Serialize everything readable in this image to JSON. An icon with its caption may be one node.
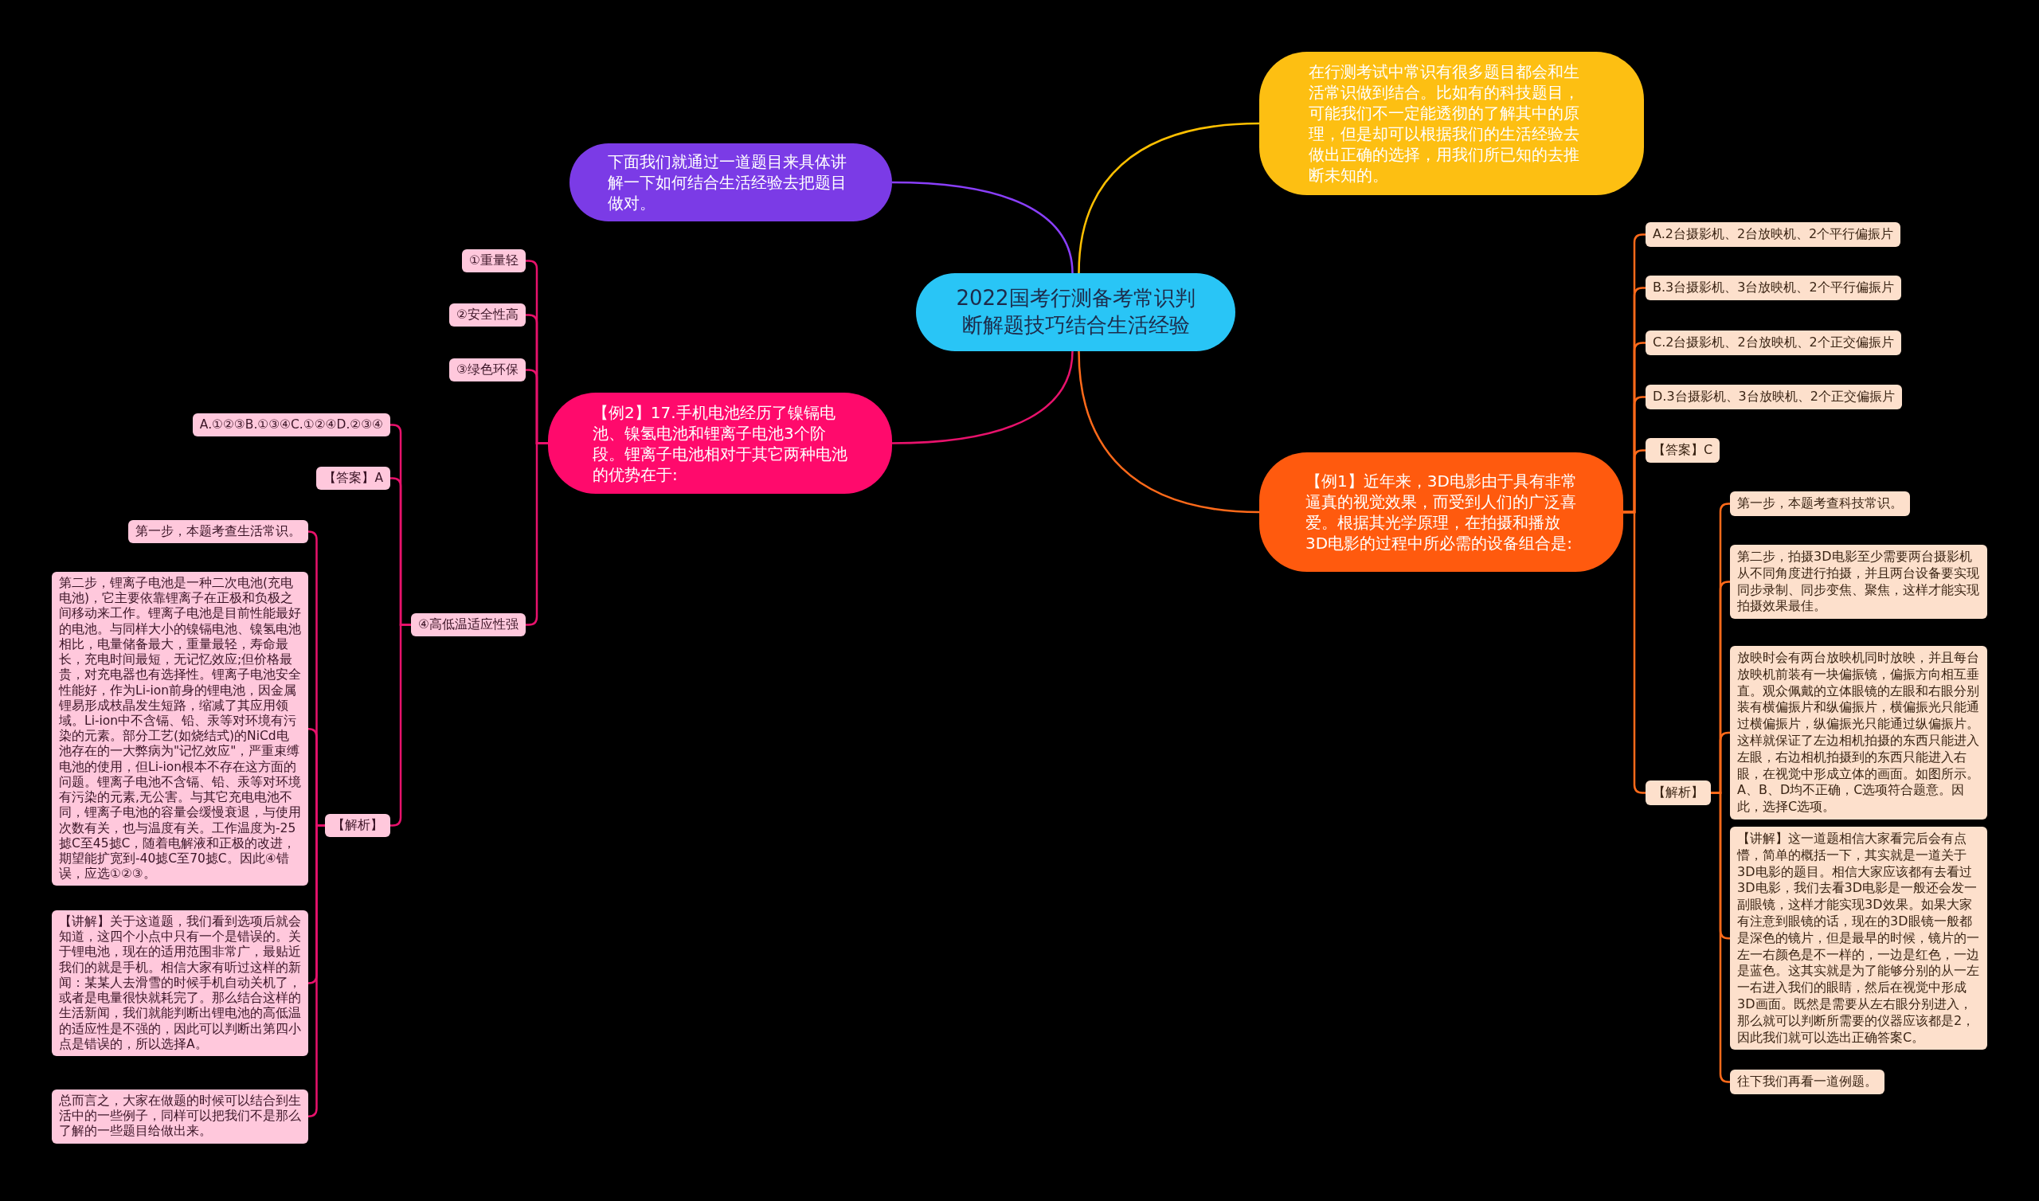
{
  "diagram": {
    "nodes": [
      {
        "text": [
          "2022国考行测备考常识判断解题技巧结合生活经验"
        ]
      },
      {
        "text": [
          "在行测考试中常识有很多题目都会和生活常识做到结合。比如有的科技题目，可能我们不一定能透彻的了解其中的原理，但是却可以根据我们的生活经验去做出正确的选择，用我们所已知的去推断未知的。"
        ]
      },
      {
        "text": [
          "下面我们就通过一道题目来具体讲解一下如何结合生活经验去把题目做对。"
        ]
      },
      {
        "text": [
          "【例1】近年来，3D电影由于具有非常逼真的视觉效果，而受到人们的广泛喜爱。根据其光学原理，在拍摄和播放3D电影的过程中所必需的设备组合是:"
        ]
      },
      {
        "text": [
          "【例2】17.手机电池经历了镍镉电池、镍氢电池和锂离子电池3个阶段。锂离子电池相对于其它两种电池的优势在于:"
        ]
      },
      {
        "text": [
          "A.2台摄影机、2台放映机、2个平行偏振片"
        ]
      },
      {
        "text": [
          "B.3台摄影机、3台放映机、2个平行偏振片"
        ]
      },
      {
        "text": [
          "C.2台摄影机、2台放映机、2个正交偏振片"
        ]
      },
      {
        "text": [
          "D.3台摄影机、3台放映机、2个正交偏振片"
        ]
      },
      {
        "text": [
          "【答案】C"
        ]
      },
      {
        "text": [
          "【解析】"
        ]
      },
      {
        "text": [
          "第一步，本题考查科技常识。"
        ]
      },
      {
        "text": [
          "第二步，拍摄3D电影至少需要两台摄影机从不同角度进行拍摄，并且两台设备要实现同步录制、同步变焦、聚焦，这样才能实现拍摄效果最佳。"
        ]
      },
      {
        "text": [
          "放映时会有两台放映机同时放映，并且每台放映机前装有一块偏振镜，偏振方向相互垂直。观众佩戴的立体眼镜的左眼和右眼分别装有横偏振片和纵偏振片，横偏振光只能通过横偏振片，纵偏振光只能通过纵偏振片。这样就保证了左边相机拍摄的东西只能进入左眼，右边相机拍摄到的东西只能进入右眼，在视觉中形成立体的画面。如图所示。A、B、D均不正确，C选项符合题意。因此，选择C选项。"
        ]
      },
      {
        "text": [
          "【讲解】这一道题相信大家看完后会有点懵，简单的概括一下，其实就是一道关于3D电影的题目。相信大家应该都有去看过3D电影，我们去看3D电影是一般还会发一副眼镜，这样才能实现3D效果。如果大家有注意到眼镜的话，现在的3D眼镜一般都是深色的镜片，但是最早的时候，镜片的一左一右颜色是不一样的，一边是红色，一边是蓝色。这其实就是为了能够分别的从一左一右进入我们的眼睛，然后在视觉中形成3D画面。既然是需要从左右眼分别进入，那么就可以判断所需要的仪器应该都是2，因此我们就可以选出正确答案C。"
        ]
      },
      {
        "text": [
          "往下我们再看一道例题。"
        ]
      },
      {
        "text": [
          "①重量轻"
        ]
      },
      {
        "text": [
          "②安全性高"
        ]
      },
      {
        "text": [
          "③绿色环保"
        ]
      },
      {
        "text": [
          "④高低温适应性强"
        ]
      },
      {
        "text": [
          "A.①②③B.①③④C.①②④D.②③④"
        ]
      },
      {
        "text": [
          "【答案】A"
        ]
      },
      {
        "text": [
          "【解析】"
        ]
      },
      {
        "text": [
          "第一步，本题考查生活常识。"
        ]
      },
      {
        "text": [
          "第二步，锂离子电池是一种二次电池(充电电池)，它主要依靠锂离子在正极和负极之间移动来工作。锂离子电池是目前性能最好的电池。与同样大小的镍镉电池、镍氢电池相比，电量储备最大，重量最轻，寿命最长，充电时间最短，无记忆效应;但价格最贵，对充电器也有选择性。锂离子电池安全性能好，作为Li-ion前身的锂电池，因金属锂易形成枝晶发生短路，缩减了其应用领域。Li-ion中不含镉、铅、汞等对环境有污染的元素。部分工艺(如烧结式)的NiCd电池存在的一大弊病为\"记忆效应\"，严重束缚电池的使用，但Li-ion根本不存在这方面的问题。锂离子电池不含镉、铅、汞等对环境有污染的元素,无公害。与其它充电电池不同，锂离子电池的容量会缓慢衰退，与使用次数有关，也与温度有关。工作温度为-25摅C至45摅C，随着电解液和正极的改进，期望能扩宽到-40摅C至70摅C。因此④错误，应选①②③。"
        ]
      },
      {
        "text": [
          "【讲解】关于这道题，我们看到选项后就会知道，这四个小点中只有一个是错误的。关于锂电池，现在的适用范围非常广，最贴近我们的就是手机。相信大家有听过这样的新闻：某某人去滑雪的时候手机自动关机了，或者是电量很快就耗完了。那么结合这样的生活新闻，我们就能判断出锂电池的高低温的适应性是不强的，因此可以判断出第四小点是错误的，所以选择A。"
        ]
      },
      {
        "text": [
          "总而言之，大家在做题的时候可以结合到生活中的一些例子，同样可以把我们不是那么了解的一些题目给做出来。"
        ]
      }
    ],
    "edges": [
      {
        "from": 0,
        "to": 1,
        "arrow": "none",
        "color": "#ffc000"
      },
      {
        "from": 0,
        "to": 2,
        "arrow": "none",
        "color": "#8a3ffc"
      },
      {
        "from": 0,
        "to": 3,
        "arrow": "none",
        "color": "#ff6a1a"
      },
      {
        "from": 0,
        "to": 4,
        "arrow": "none",
        "color": "#e8126c"
      },
      {
        "from": 3,
        "to": 5,
        "arrow": "none",
        "color": "#ff6a1a"
      },
      {
        "from": 3,
        "to": 6,
        "arrow": "none",
        "color": "#ff6a1a"
      },
      {
        "from": 3,
        "to": 7,
        "arrow": "none",
        "color": "#ff6a1a"
      },
      {
        "from": 3,
        "to": 8,
        "arrow": "none",
        "color": "#ff6a1a"
      },
      {
        "from": 3,
        "to": 9,
        "arrow": "none",
        "color": "#ff6a1a"
      },
      {
        "from": 3,
        "to": 10,
        "arrow": "none",
        "color": "#ff6a1a"
      },
      {
        "from": 10,
        "to": 11,
        "arrow": "none",
        "color": "#ff6a1a"
      },
      {
        "from": 10,
        "to": 12,
        "arrow": "none",
        "color": "#ff6a1a"
      },
      {
        "from": 10,
        "to": 13,
        "arrow": "none",
        "color": "#ff6a1a"
      },
      {
        "from": 10,
        "to": 14,
        "arrow": "none",
        "color": "#ff6a1a"
      },
      {
        "from": 10,
        "to": 15,
        "arrow": "none",
        "color": "#ff6a1a"
      },
      {
        "from": 4,
        "to": 16,
        "arrow": "none",
        "color": "#e8126c"
      },
      {
        "from": 4,
        "to": 17,
        "arrow": "none",
        "color": "#e8126c"
      },
      {
        "from": 4,
        "to": 18,
        "arrow": "none",
        "color": "#e8126c"
      },
      {
        "from": 4,
        "to": 19,
        "arrow": "none",
        "color": "#e8126c"
      },
      {
        "from": 19,
        "to": 20,
        "arrow": "none",
        "color": "#e8126c"
      },
      {
        "from": 19,
        "to": 21,
        "arrow": "none",
        "color": "#e8126c"
      },
      {
        "from": 19,
        "to": 22,
        "arrow": "none",
        "color": "#e8126c"
      },
      {
        "from": 22,
        "to": 23,
        "arrow": "none",
        "color": "#e8126c"
      },
      {
        "from": 22,
        "to": 24,
        "arrow": "none",
        "color": "#e8126c"
      },
      {
        "from": 22,
        "to": 25,
        "arrow": "none",
        "color": "#e8126c"
      },
      {
        "from": 22,
        "to": 26,
        "arrow": "none",
        "color": "#e8126c"
      }
    ]
  }
}
